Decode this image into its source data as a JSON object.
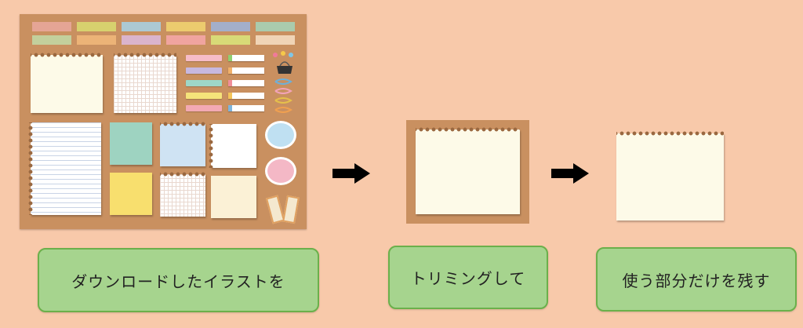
{
  "steps": [
    {
      "label": "ダウンロードしたイラストを"
    },
    {
      "label": "トリミングして"
    },
    {
      "label": "使う部分だけを残す"
    }
  ],
  "colors": {
    "background": "#f8c9aa",
    "board": "#c99060",
    "paper": "#fdfae8",
    "label_fill": "#a6d48e",
    "label_border": "#6bb04b",
    "arrow": "#000000"
  },
  "icons": [
    "right-arrow-icon",
    "right-arrow-icon"
  ]
}
